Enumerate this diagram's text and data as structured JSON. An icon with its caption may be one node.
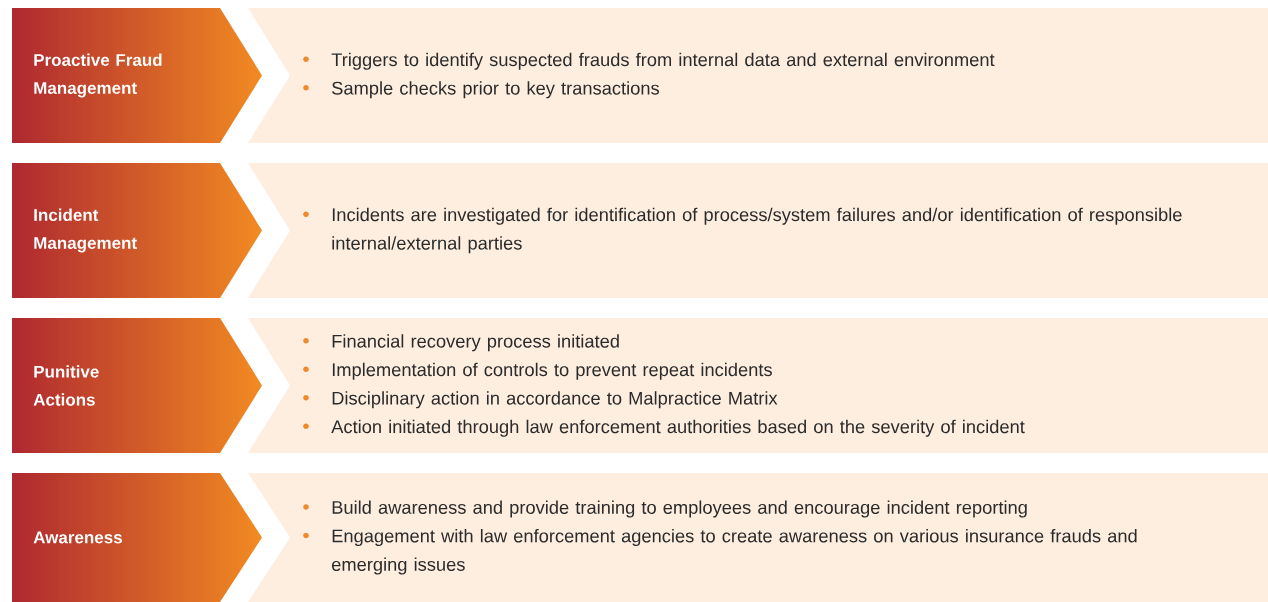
{
  "diagram": {
    "nodes": [
      {
        "text": [
          "Proactive Fraud Management"
        ]
      },
      {
        "text": [
          "Triggers to identify suspected frauds from internal data and external environment",
          "Sample checks prior to key transactions"
        ]
      },
      {
        "text": [
          "Incident Management"
        ]
      },
      {
        "text": [
          "Incidents are investigated for identification of process/system failures and/or identification of responsible internal/external parties"
        ]
      },
      {
        "text": [
          "Punitive Actions"
        ]
      },
      {
        "text": [
          "Financial recovery process initiated",
          "Implementation of controls to prevent repeat incidents",
          "Disciplinary action in accordance to Malpractice Matrix",
          "Action initiated through law enforcement authorities based on the severity of incident"
        ]
      },
      {
        "text": [
          "Awareness"
        ]
      },
      {
        "text": [
          "Build awareness and provide training to employees and encourage incident reporting",
          "Engagement with law enforcement agencies to create awareness on various insurance frauds and emerging issues"
        ]
      }
    ]
  }
}
